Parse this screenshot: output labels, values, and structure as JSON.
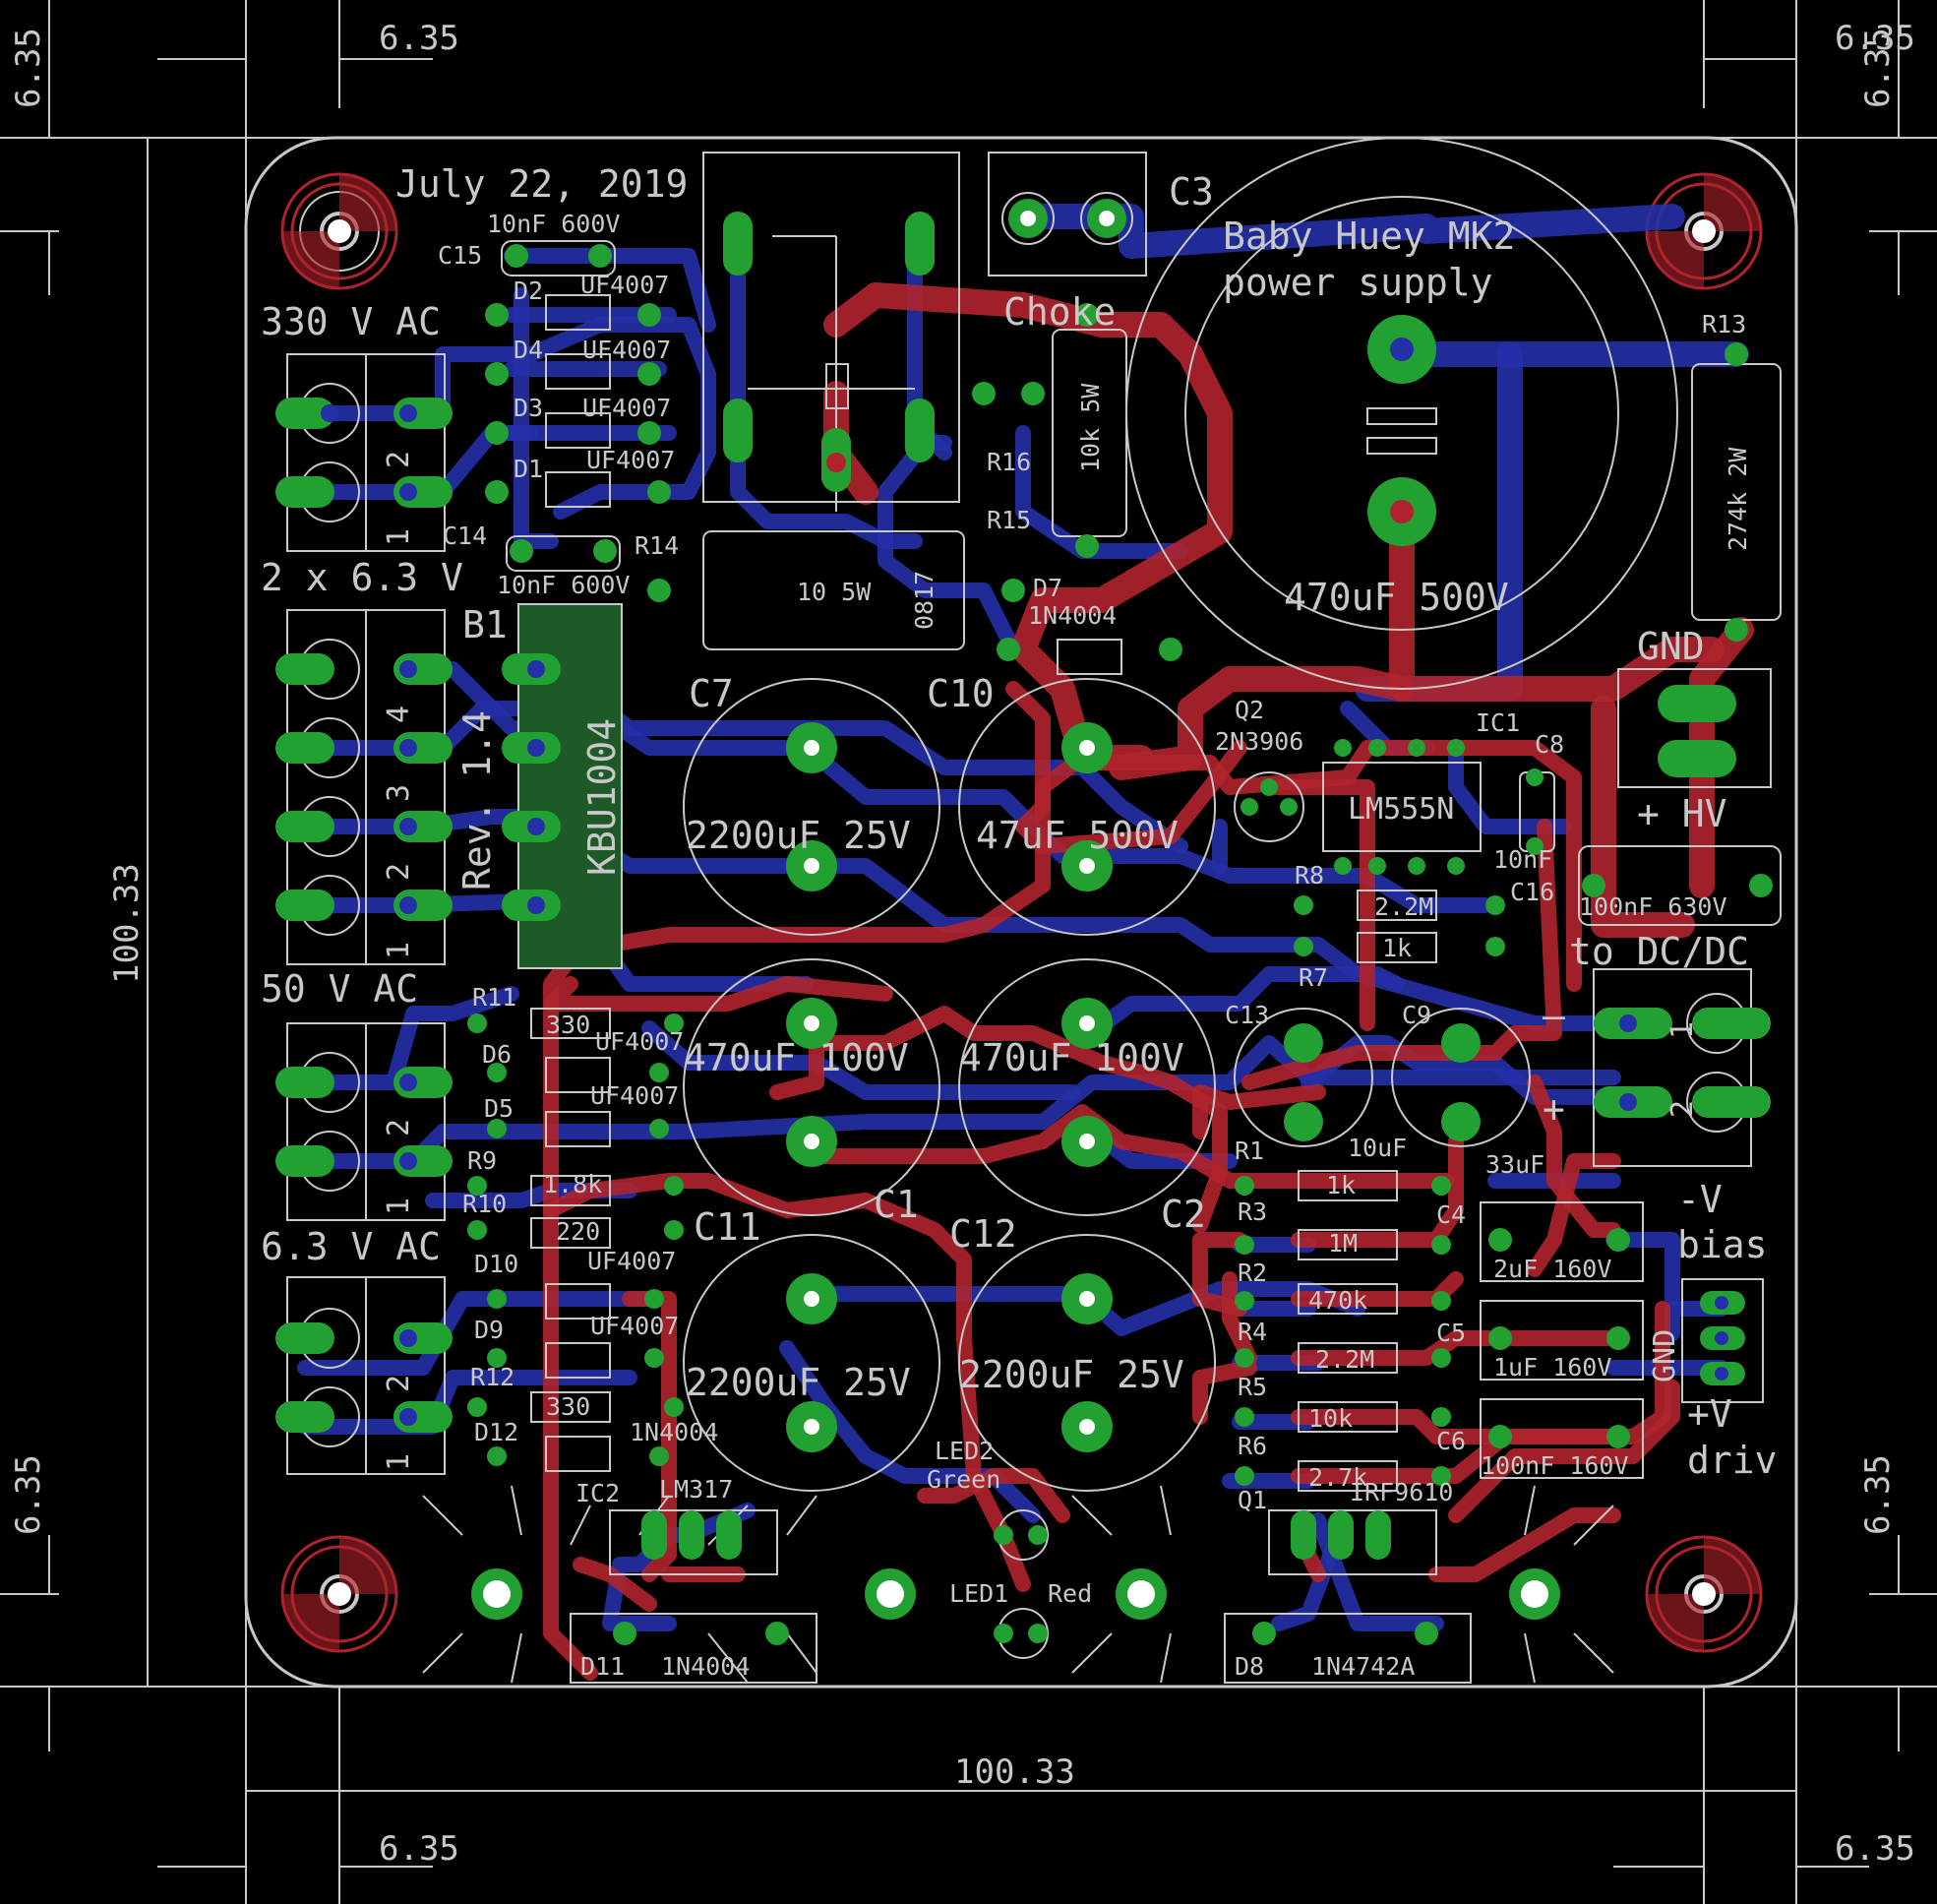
{
  "board": {
    "outline_color": "#c8c8c8",
    "top_copper_color": "#b0232c",
    "bottom_copper_color": "#2530a8",
    "pad_color": "#23a032"
  },
  "dimensions": {
    "width": "100.33",
    "height": "100.33",
    "corner_offset": "6.35",
    "corner_offset_top_right": "6.35"
  },
  "titles": {
    "date": "July 22, 2019",
    "product_line1": "Baby Huey MK2",
    "product_line2": "power supply",
    "revision": "Rev. 1.4"
  },
  "connector_labels": {
    "ac330": "330 V AC",
    "ac2x63": "2 x 6.3 V",
    "ac50": "50 V AC",
    "ac63": "6.3 V AC",
    "gnd": "GND",
    "hv": "+ HV",
    "dcdc": "to DC/DC",
    "neg": "–",
    "pos": "+",
    "bias1": "-V",
    "bias2": "bias",
    "gnd_v": "GND",
    "driv1": "+V",
    "driv2": "driv"
  },
  "pin_numbers": [
    "1",
    "2",
    "3",
    "4"
  ],
  "components": {
    "C15": "C15",
    "C15v": "10nF 600V",
    "D2": "D2",
    "D4": "D4",
    "D3": "D3",
    "D1": "D1",
    "uf": "UF4007",
    "C14": "C14",
    "C14v": "10nF 600V",
    "R14": "R14",
    "B1": "B1",
    "B1v": "KBU1004",
    "C3": "C3",
    "choke": "Choke",
    "R16": "R16",
    "R15": "R15",
    "R15v": "10k 5W",
    "R14v": "10 5W",
    "res0817": "0817",
    "D7": "D7",
    "D7v": "1N4004",
    "R13": "R13",
    "R13v": "274k 2W",
    "C3v": "470uF 500V",
    "C7": "C7",
    "C7v": "2200uF 25V",
    "C10": "C10",
    "C10v": "47uF 500V",
    "Q2": "Q2",
    "Q2v": "2N3906",
    "IC1": "IC1",
    "IC1v": "LM555N",
    "C8": "C8",
    "C8v": "10nF",
    "C16": "C16",
    "C16v": "100nF 630V",
    "R8": "R8",
    "R8v": "2.2M",
    "R7": "R7",
    "R7v": "1k",
    "R11": "R11",
    "R11v": "330",
    "D6": "D6",
    "D5": "D5",
    "C1v": "470uF 100V",
    "C2v": "470uF 100V",
    "C13": "C13",
    "C13v": "10uF",
    "C9": "C9",
    "C9v": "33uF",
    "R9": "R9",
    "R9v": "1.8k",
    "R10": "R10",
    "R10v": "220",
    "C11": "C11",
    "C1": "C1",
    "C12": "C12",
    "C2": "C2",
    "C11v": "2200uF 25V",
    "C12v": "2200uF 25V",
    "R1": "R1",
    "R1v": "1k",
    "R3": "R3",
    "R3v": "1M",
    "R2": "R2",
    "R2v": "470k",
    "R4": "R4",
    "R4v": "2.2M",
    "R5": "R5",
    "R5v": "10k",
    "R6": "R6",
    "R6v": "2.7k",
    "C4": "C4",
    "C4v": "2uF 160V",
    "C5": "C5",
    "C5v": "1uF 160V",
    "C6": "C6",
    "C6v": "100nF 160V",
    "D10": "D10",
    "D9": "D9",
    "R12": "R12",
    "R12v": "330",
    "D12": "D12",
    "D12v": "1N4004",
    "IC2": "IC2",
    "IC2v": "LM317",
    "LED2": "LED2",
    "LED2v": "Green",
    "LED1": "LED1",
    "LED1v": "Red",
    "Q1": "Q1",
    "Q1v": "IRF9610",
    "D11": "D11",
    "D11v": "1N4004",
    "D8": "D8",
    "D8v": "1N4742A"
  }
}
